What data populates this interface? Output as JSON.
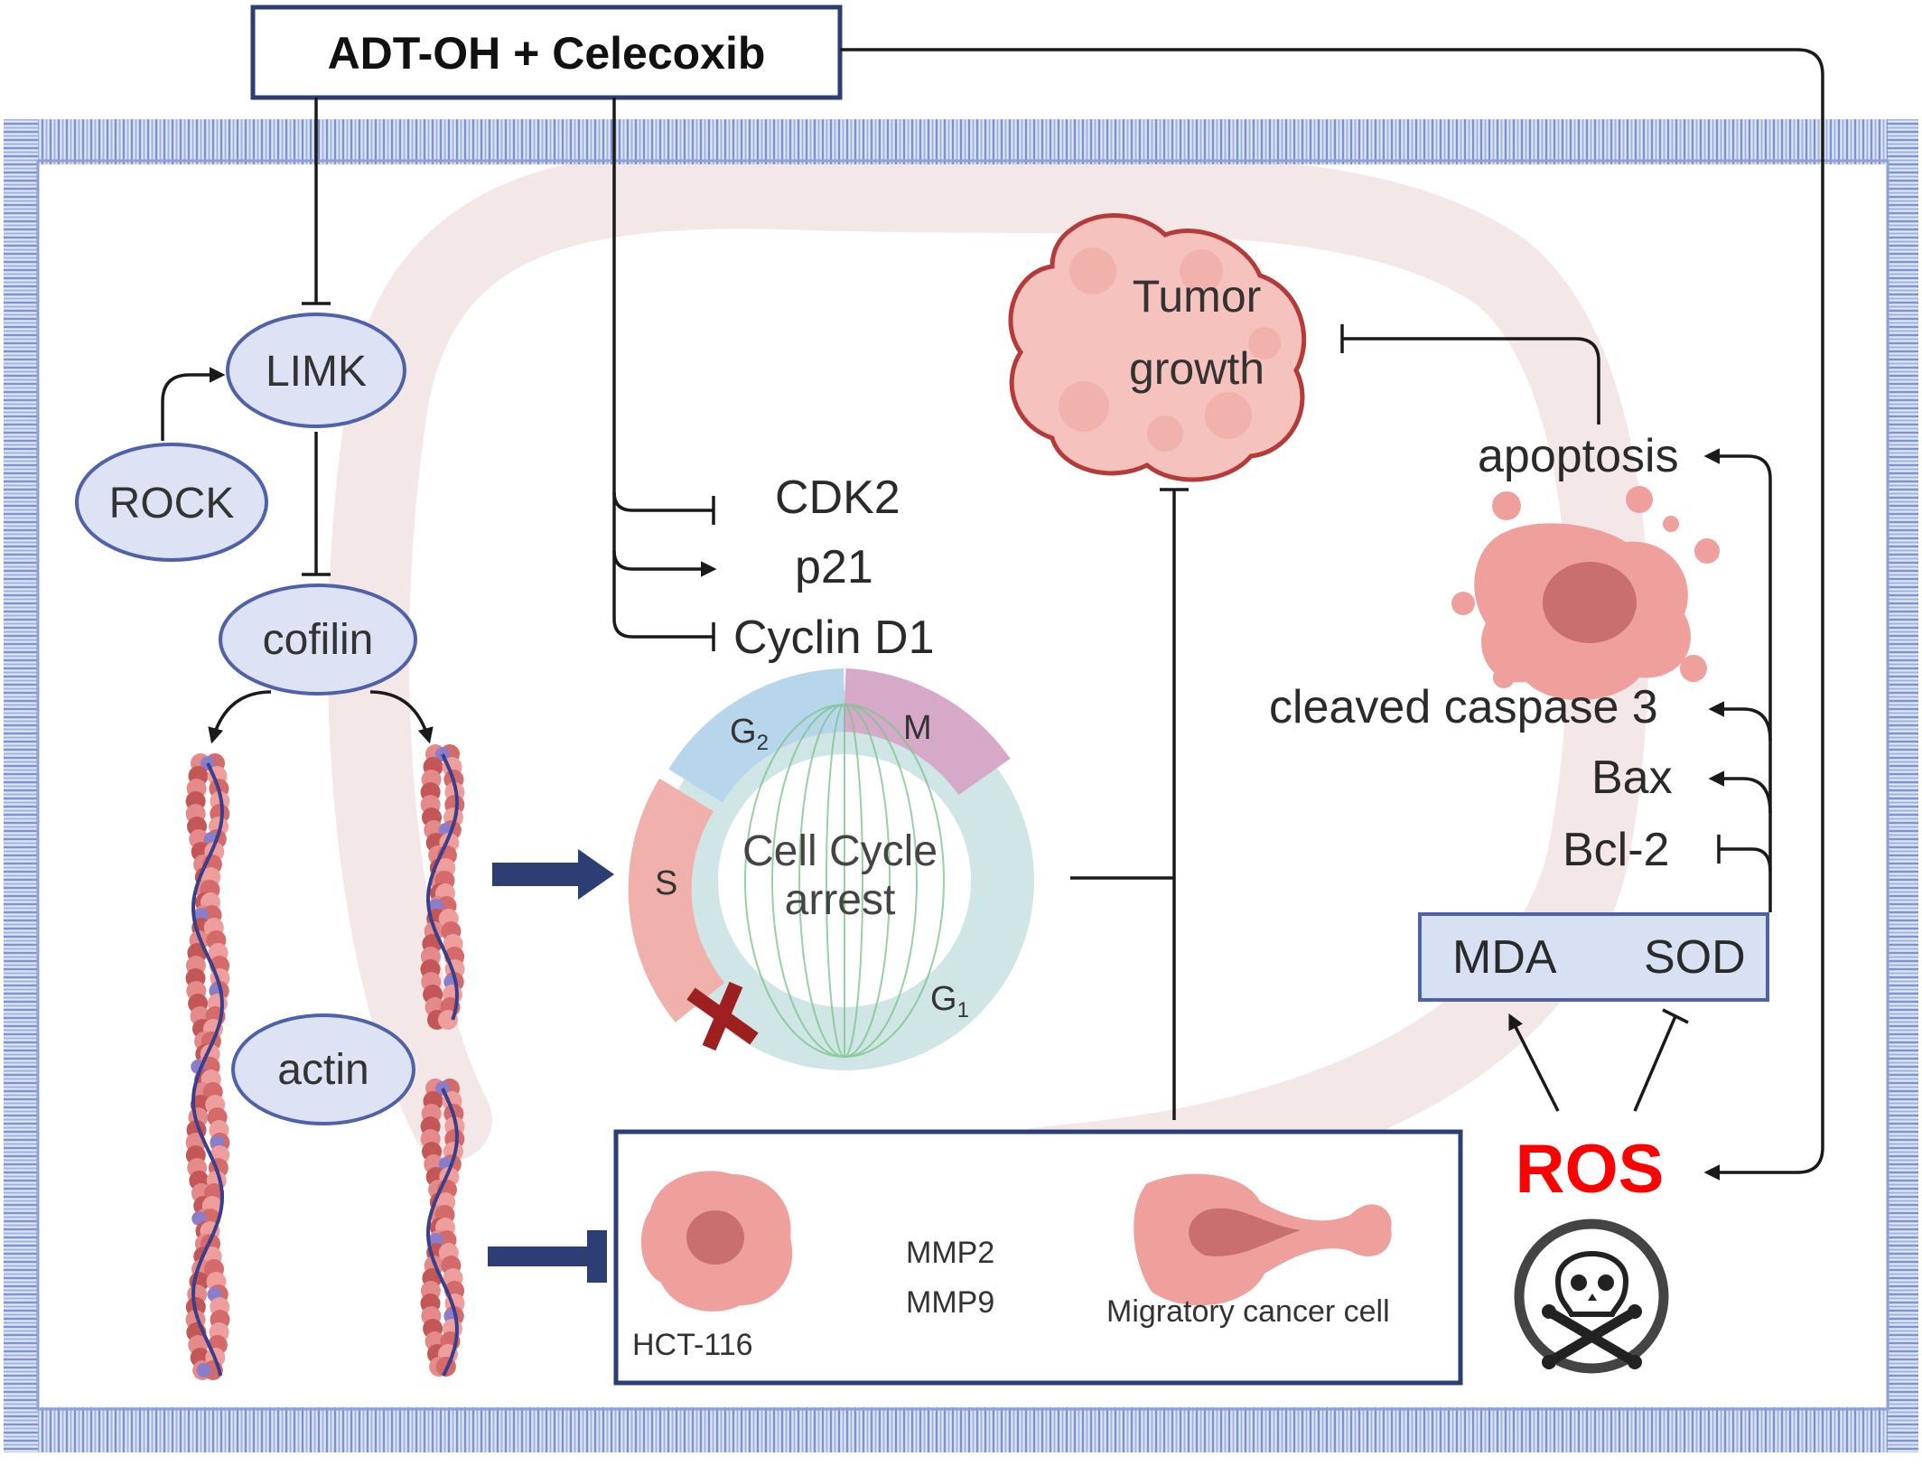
{
  "title": "ADT-OH + Celecoxib",
  "nodes": {
    "limk": "LIMK",
    "rock": "ROCK",
    "cofilin": "cofilin",
    "actin": "actin"
  },
  "cell_cycle": {
    "markers": [
      "CDK2",
      "p21",
      "Cyclin D1"
    ],
    "label_line1": "Cell Cycle",
    "label_line2": "arrest",
    "phase_g2": "G",
    "phase_g2_sub": "2",
    "phase_m": "M",
    "phase_s": "S",
    "phase_g1": "G",
    "phase_g1_sub": "1"
  },
  "tumor": {
    "line1": "Tumor",
    "line2": "growth"
  },
  "apoptosis_panel": {
    "apoptosis": "apoptosis",
    "caspase": "cleaved caspase 3",
    "bax": "Bax",
    "bcl2": "Bcl-2",
    "mda": "MDA",
    "sod": "SOD"
  },
  "ros": {
    "label": "ROS",
    "color": "#ff0000",
    "icon": "skull-crossbones-icon"
  },
  "migration": {
    "cell_label": "HCT-116",
    "mmp2": "MMP2",
    "mmp9": "MMP9",
    "migratory_label": "Migratory cancer cell"
  },
  "colors": {
    "node_fill": "#dde3f5",
    "node_stroke": "#4f62a8",
    "box_stroke": "#2c3e73",
    "cell_fill": "#f0a09c",
    "nucleus_fill": "#c96f6f",
    "tumor_stroke": "#b53a3a",
    "membrane": "#7f95cf"
  }
}
